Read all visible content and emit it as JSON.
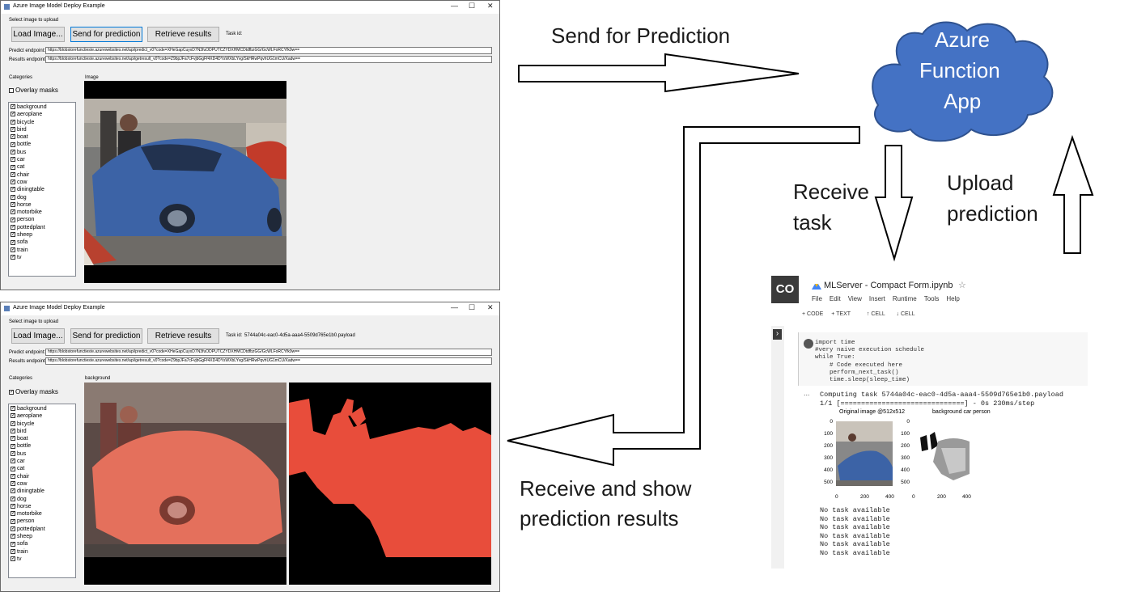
{
  "app_top": {
    "window_title": "Azure Image Model Deploy Example",
    "select_label": "Select image to upload",
    "buttons": {
      "load": "Load Image...",
      "send": "Send for prediction",
      "retrieve": "Retrieve results"
    },
    "task_id_label": "Task id:",
    "task_id_value": "",
    "predict_label": "Predict endpoint:",
    "predict_value": "https://blobstorefunctieste.azurewebsites.net/api/predict_v0?code=XHeGapCuyxD7N3fuODPUTCZYDXHMCDtdfbzGG/GcWLFoRCYfk9w==",
    "results_label": "Results endpoint:",
    "results_value": "https://blobstorefunctieste.azurewebsites.net/api/getresult_v0?code=Z9bpJFa7cFvjbGgFf4XD4DYsWXbLYvg/SkHRwPqvhUG1mCU/Xadw==",
    "categories_label": "Categories",
    "image_label": "Image",
    "overlay_label": "Overlay masks"
  },
  "app_bottom": {
    "window_title": "Azure Image Model Deploy Example",
    "select_label": "Select image to upload",
    "buttons": {
      "load": "Load Image...",
      "send": "Send for prediction",
      "retrieve": "Retrieve results"
    },
    "task_id_label": "Task id:",
    "task_id_value": "5744a04c-eac0-4d5a-aaa4-5509d765e1b0.payload",
    "predict_label": "Predict endpoint:",
    "predict_value": "https://blobstorefunctieste.azurewebsites.net/api/predict_v0?code=XHeGapCuyxD7N3fuODPUTCZYDXHMCDtdfbzGG/GcWLFoRCYfk9w==",
    "results_label": "Results endpoint:",
    "results_value": "https://blobstorefunctieste.azurewebsites.net/api/getresult_v0?code=Z9bpJFa7cFvjbGgFf4XD4DYsWXbLYvg/SkHRwPqvhUG1mCU/Xadw==",
    "categories_label": "Categories",
    "image_label": "background",
    "overlay_label": "Overlay masks"
  },
  "categories": [
    "background",
    "aeroplane",
    "bicycle",
    "bird",
    "boat",
    "bottle",
    "bus",
    "car",
    "cat",
    "chair",
    "cow",
    "diningtable",
    "dog",
    "horse",
    "motorbike",
    "person",
    "pottedplant",
    "sheep",
    "sofa",
    "train",
    "tv"
  ],
  "window_controls": {
    "min": "—",
    "max": "☐",
    "close": "✕"
  },
  "diagram": {
    "send_for_prediction": "Send for Prediction",
    "cloud_line1": "Azure",
    "cloud_line2": "Function",
    "cloud_line3": "App",
    "receive_task_1": "Receive",
    "receive_task_2": "task",
    "upload_prediction_1": "Upload",
    "upload_prediction_2": "prediction",
    "receive_show_1": "Receive and show",
    "receive_show_2": "prediction results",
    "cloud_color": "#4472c4"
  },
  "notebook": {
    "logo": "CO",
    "title": "MLServer - Compact Form.ipynb",
    "star": "☆",
    "menu": [
      "File",
      "Edit",
      "View",
      "Insert",
      "Runtime",
      "Tools",
      "Help"
    ],
    "toolbar": [
      "CODE",
      "TEXT",
      "CELL",
      "CELL"
    ],
    "code_lines": [
      "import time",
      "#very naive execution schedule",
      "while True:",
      "    # Code executed here",
      "    perform_next_task()",
      "    time.sleep(sleep_time)"
    ],
    "output_computing": "Computing task 5744a04c-eac0-4d5a-aaa4-5509d765e1b0.payload",
    "output_progress": "1/1 [==============================] - 0s 230ms/step",
    "plot1_title": "Original image @512x512",
    "plot2_title": "background car person",
    "y_ticks": [
      "0",
      "100",
      "200",
      "300",
      "400",
      "500"
    ],
    "x_ticks": [
      "0",
      "200",
      "400"
    ],
    "no_task_lines": [
      "No task available",
      "No task available",
      "No task available",
      "No task available",
      "No task available",
      "No task available"
    ],
    "ellipsis": "...",
    "sidebar_arrow": "›"
  }
}
